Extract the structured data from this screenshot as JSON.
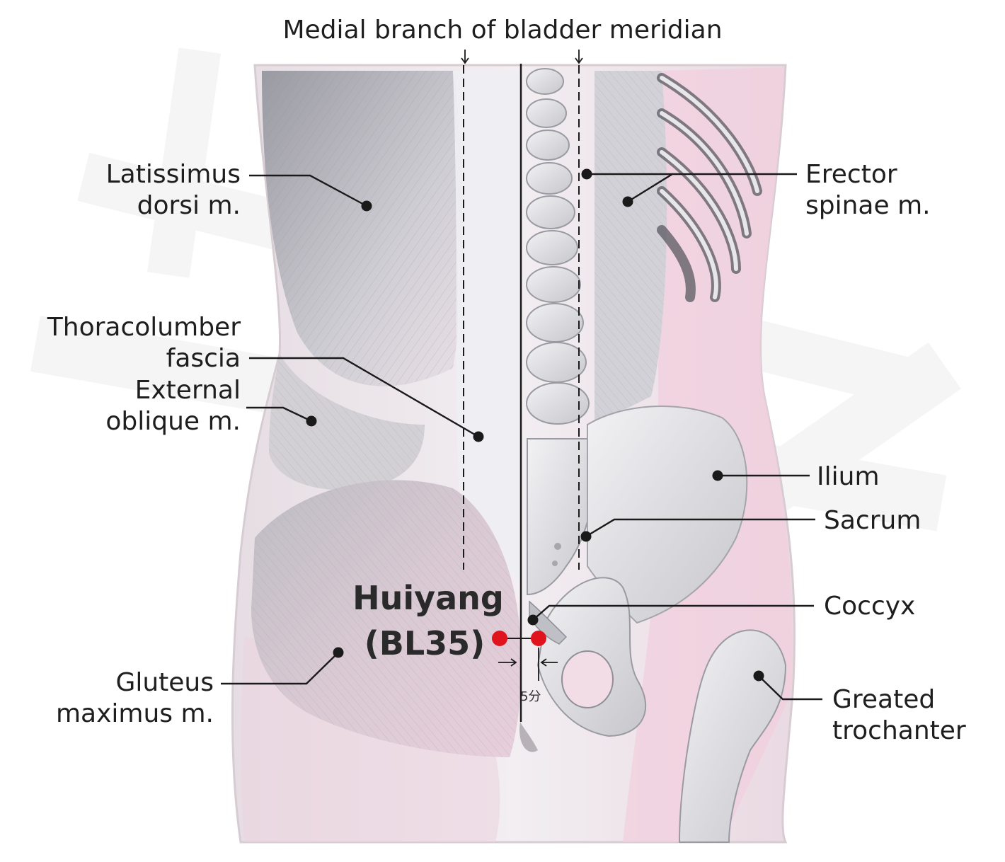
{
  "title": "Medial branch of bladder meridian",
  "labels": {
    "latissimus": "Latissimus\ndorsi m.",
    "thoracolumber": "Thoracolumber\nfascia",
    "external_oblique": "External\noblique m.",
    "gluteus": "Gluteus\nmaximus m.",
    "erector": "Erector\nspinae m.",
    "ilium": "Ilium",
    "sacrum": "Sacrum",
    "coccyx": "Coccyx",
    "trochanter": "Greated\ntrochanter"
  },
  "acupoint": {
    "name": "Huiyang",
    "code": "(BL35)",
    "color": "#e0141c"
  },
  "measurement": "5分",
  "colors": {
    "skin_pink": "#f3d9e3",
    "muscle_gray": "#c9c9cf",
    "bone": "#e4e4e8",
    "line": "#1a1a1a"
  }
}
